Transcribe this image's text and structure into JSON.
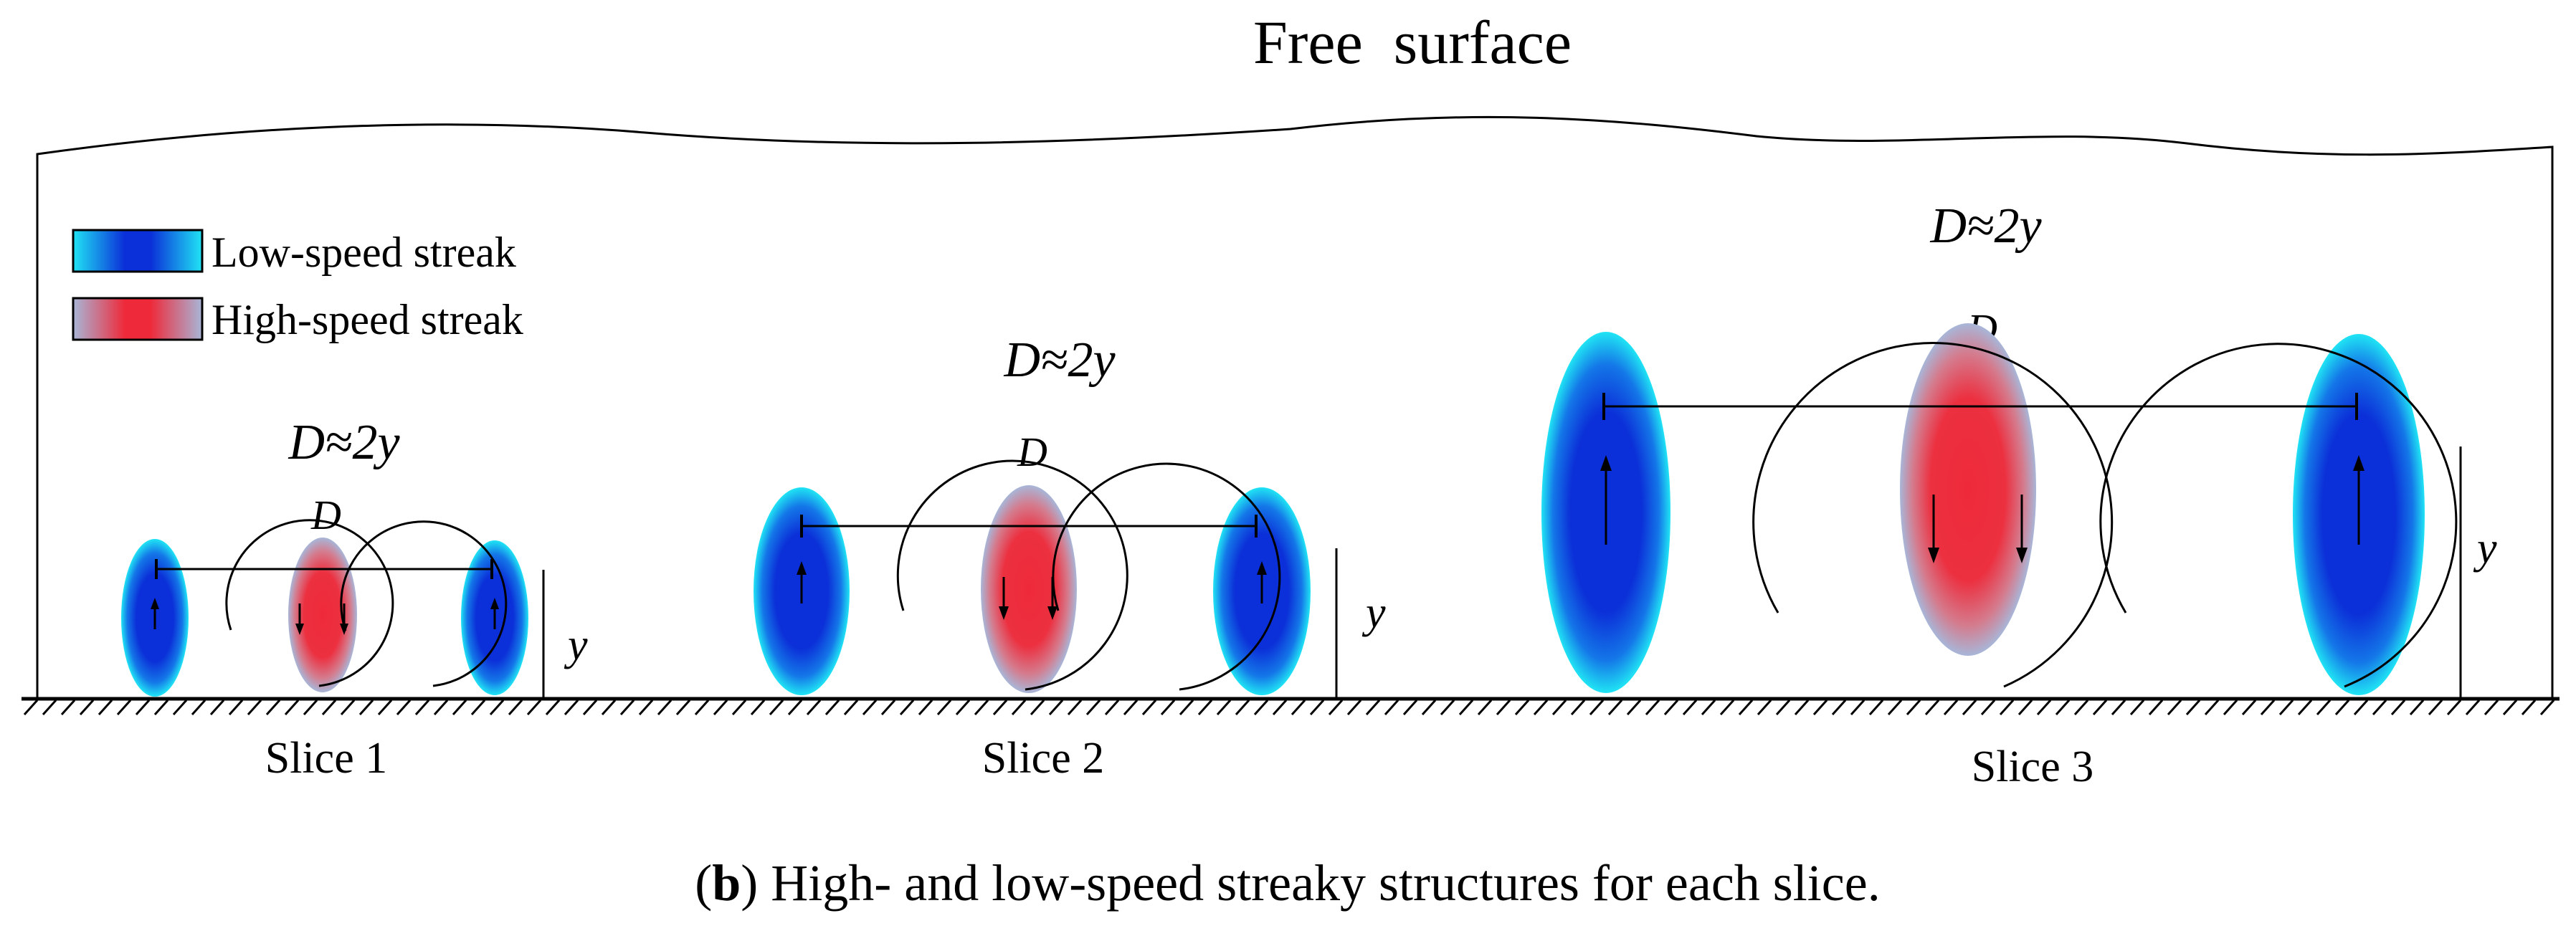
{
  "diagram": {
    "title": "Free  surface",
    "legend": {
      "low": "Low-speed streak",
      "high": "High-speed streak"
    },
    "slices": [
      {
        "label": "Slice 1",
        "formula": "D≈2y",
        "d_label": "D",
        "y_label": "y"
      },
      {
        "label": "Slice 2",
        "formula": "D≈2y",
        "d_label": "D",
        "y_label": "y"
      },
      {
        "label": "Slice 3",
        "formula": "D≈2y",
        "d_label": "D",
        "y_label": "y"
      }
    ],
    "caption": {
      "open": "(",
      "bold": "b",
      "rest": ") High- and low-speed streaky structures for each slice."
    }
  },
  "colors": {
    "low_speed_core": "#0b2fd8",
    "low_speed_edge": "#1fe0f2",
    "high_speed_core": "#ee2a3a",
    "high_speed_edge": "#a9b8da",
    "line": "#000000"
  }
}
